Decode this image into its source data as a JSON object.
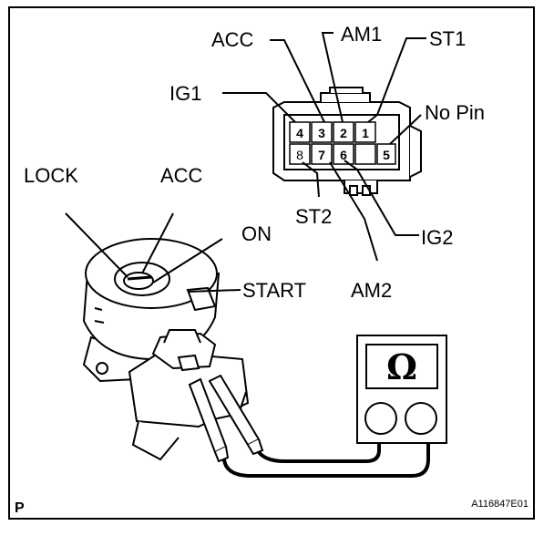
{
  "labels": {
    "connector_acc": "ACC",
    "am1": "AM1",
    "st1": "ST1",
    "ig1": "IG1",
    "no_pin": "No Pin",
    "st2": "ST2",
    "ig2": "IG2",
    "am2": "AM2",
    "lock": "LOCK",
    "switch_acc": "ACC",
    "on": "ON",
    "start": "START"
  },
  "pins": {
    "p1": "1",
    "p2": "2",
    "p3": "3",
    "p4": "4",
    "p5": "5",
    "p6": "6",
    "p7": "7",
    "p8": "8"
  },
  "meter": {
    "symbol": "Ω"
  },
  "footer": {
    "corner": "P",
    "code": "A116847E01"
  }
}
